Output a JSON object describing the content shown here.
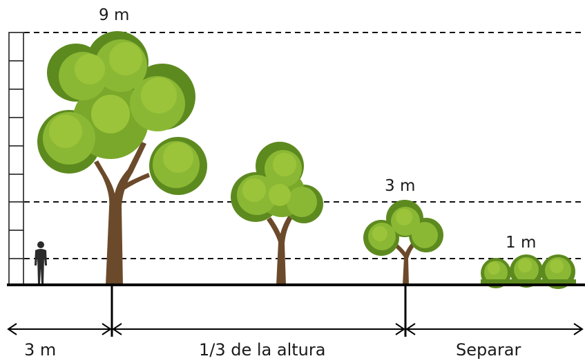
{
  "height_labels": {
    "tall": "9 m",
    "medium": "3 m",
    "short": "1 m"
  },
  "bottom_labels": {
    "left": "3 m",
    "middle": "1/3 de la altura",
    "right": "Separar"
  },
  "colors": {
    "foliage_light": "#9cc43a",
    "foliage_mid": "#7aa82a",
    "foliage_dark": "#5d8a1f",
    "trunk": "#6b4a2b",
    "ground": "#000000",
    "person": "#2b2b2b"
  }
}
